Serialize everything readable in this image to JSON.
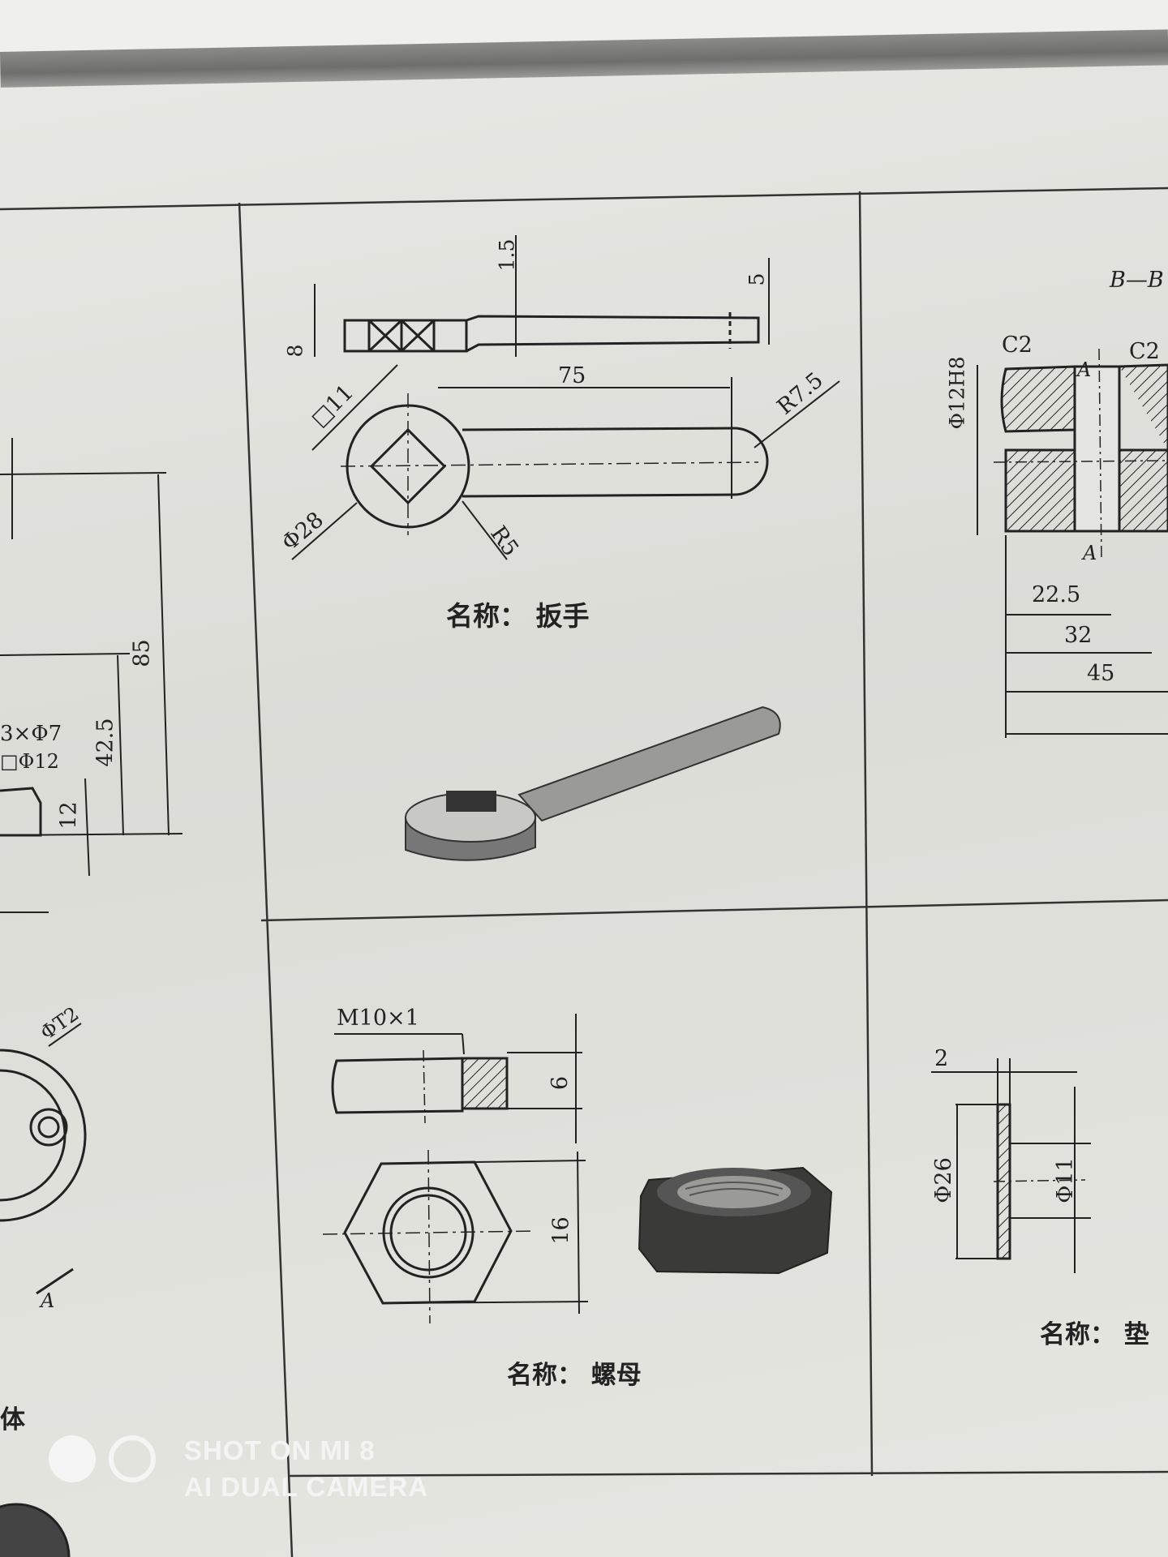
{
  "panels": {
    "wrench": {
      "name_label": "名称： 扳手",
      "dims": {
        "thick": "8",
        "notch": "1.5",
        "tip": "5",
        "length": "75",
        "square": "□11",
        "dia": "Φ28",
        "r_small": "R5",
        "r_end": "R7.5"
      }
    },
    "nut": {
      "name_label": "名称： 螺母",
      "dims": {
        "thread": "M10×1",
        "height": "6",
        "width": "16"
      }
    },
    "washer": {
      "name_label": "名称： 垫",
      "dims": {
        "thick": "2",
        "outer": "Φ26",
        "inner": "Φ11"
      }
    },
    "bushing": {
      "section": "B—B",
      "dims": {
        "bore": "Φ12H8",
        "c2a": "C2",
        "c2b": "C2",
        "a_top": "A",
        "a_bot": "A",
        "d1": "22.5",
        "d2": "32",
        "d3": "45"
      }
    },
    "body": {
      "caption": "体",
      "dims": {
        "h1": "85",
        "h2": "42.5",
        "h3": "12",
        "holes": "3×Φ7",
        "sq": "□Φ12",
        "dia": "ΦT2",
        "a": "A"
      }
    }
  },
  "watermark": {
    "line1": "SHOT ON MI 8",
    "line2": "AI DUAL CAMERA"
  }
}
